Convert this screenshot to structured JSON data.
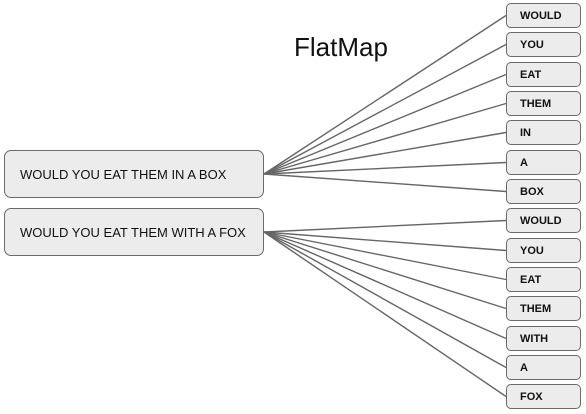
{
  "title": "FlatMap",
  "sentences": [
    {
      "text": "WOULD YOU EAT THEM IN A BOX",
      "words": [
        "WOULD",
        "YOU",
        "EAT",
        "THEM",
        "IN",
        "A",
        "BOX"
      ]
    },
    {
      "text": "WOULD YOU EAT THEM WITH A FOX",
      "words": [
        "WOULD",
        "YOU",
        "EAT",
        "THEM",
        "WITH",
        "A",
        "FOX"
      ]
    }
  ],
  "colors": {
    "box_fill": "#ececec",
    "box_border": "#6a6a6a",
    "connector": "#666666",
    "text": "#111111"
  }
}
